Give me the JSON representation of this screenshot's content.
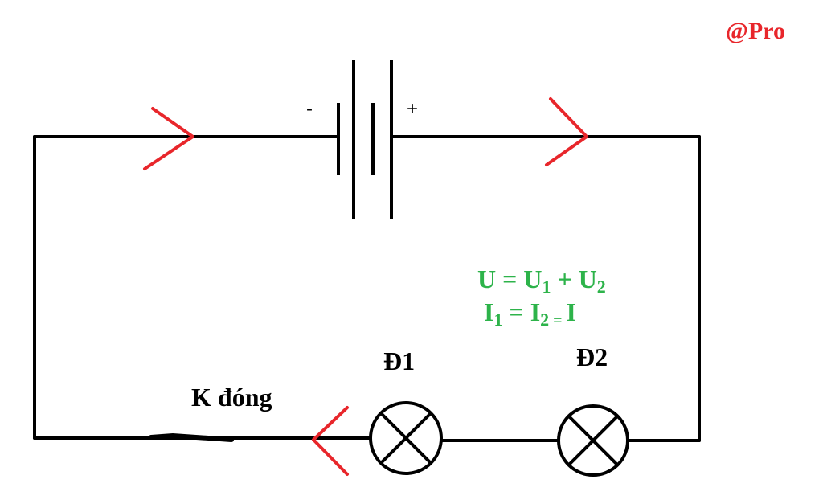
{
  "watermark": "@Pro",
  "battery": {
    "negative_sign": "-",
    "positive_sign": "+"
  },
  "formulas": {
    "line1": {
      "U": "U",
      "eq": " = ",
      "U1": "U",
      "sub1": "1",
      "plus": " + ",
      "U2": "U",
      "sub2": "2"
    },
    "line2": {
      "I1": "I",
      "sub1": "1",
      "eq1": " = ",
      "I2": "I",
      "sub2": "2",
      "eq2": " = ",
      "I": "I"
    }
  },
  "lamps": {
    "lamp1_label": "Đ1",
    "lamp2_label": "Đ2"
  },
  "switch": {
    "label": "K đóng"
  },
  "colors": {
    "wire": "#000000",
    "current_arrow": "#e8262b",
    "formula_text": "#2db34a",
    "watermark_text": "#e8262b"
  }
}
